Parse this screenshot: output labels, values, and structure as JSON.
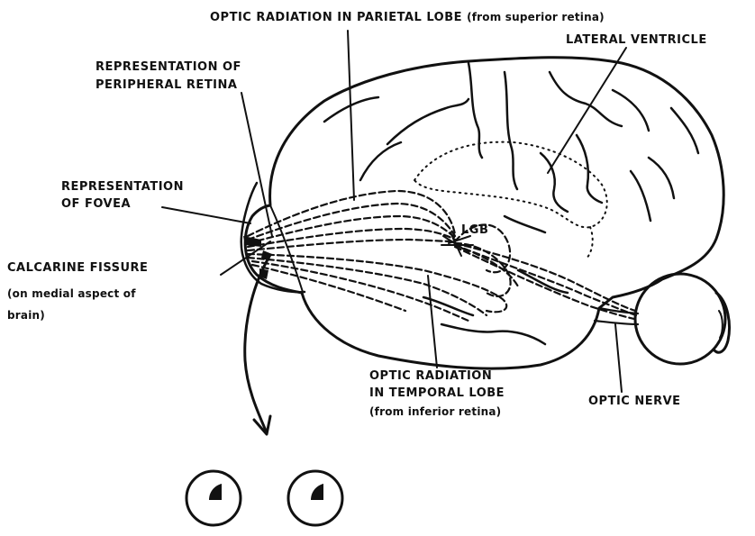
{
  "labels": {
    "optic_radiation_parietal": "OPTIC RADIATION IN PARIETAL LOBE",
    "parietal_note": "(from superior retina)",
    "lateral_ventricle": "LATERAL VENTRICLE",
    "peripheral_retina_line1": "REPRESENTATION OF",
    "peripheral_retina_line2": "PERIPHERAL RETINA",
    "fovea_line1": "REPRESENTATION",
    "fovea_line2": "OF FOVEA",
    "calcarine_line1": "CALCARINE FISSURE",
    "calcarine_line2": "(on medial aspect of",
    "calcarine_line3": "brain)",
    "lgb": "LGB",
    "temporal_line1": "OPTIC RADIATION",
    "temporal_line2": "IN TEMPORAL LOBE",
    "temporal_line3": "(from inferior retina)",
    "optic_nerve": "OPTIC NERVE"
  },
  "colors": {
    "ink": "#111111",
    "background": "#ffffff"
  }
}
